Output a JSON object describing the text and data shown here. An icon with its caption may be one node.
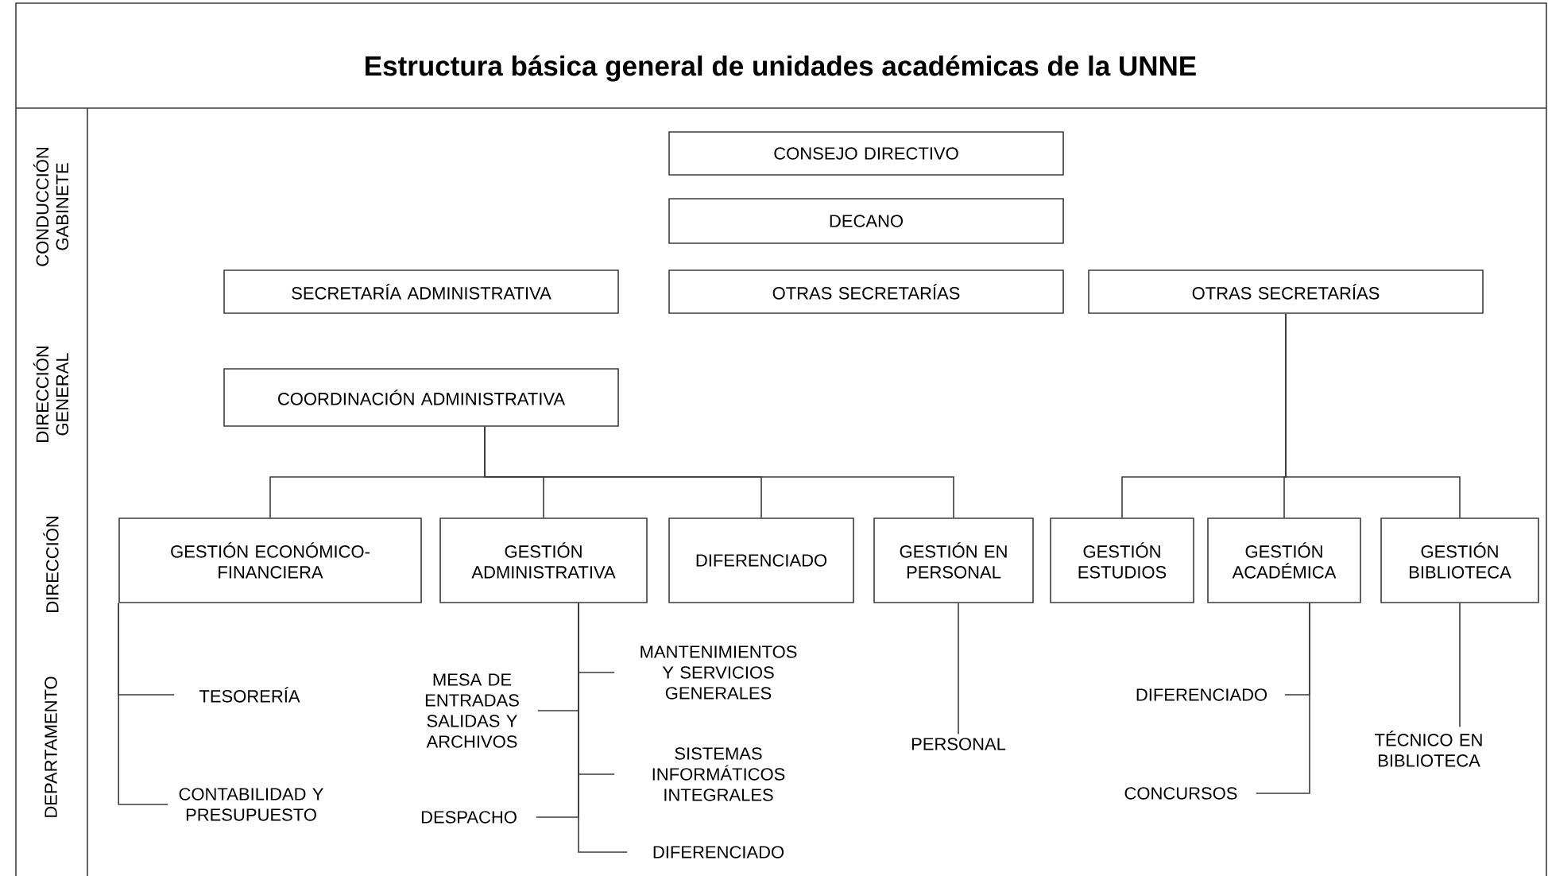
{
  "diagram": {
    "title": "Estructura básica general de unidades académicas de la UNNE",
    "nodes": [
      {
        "text": [
          "CONSEJO DIRECTIVO"
        ]
      },
      {
        "text": [
          "DECANO"
        ]
      },
      {
        "text": [
          "SECRETARÍA ADMINISTRATIVA"
        ]
      },
      {
        "text": [
          "OTRAS SECRETARÍAS"
        ]
      },
      {
        "text": [
          "OTRAS SECRETARÍAS"
        ]
      },
      {
        "text": [
          "COORDINACIÓN ADMINISTRATIVA"
        ]
      },
      {
        "text": [
          "GESTIÓN ECONÓMICO-FINANCIERA"
        ]
      },
      {
        "text": [
          "GESTIÓN ADMINISTRATIVA"
        ]
      },
      {
        "text": [
          "DIFERENCIADO"
        ]
      },
      {
        "text": [
          "GESTIÓN EN PERSONAL"
        ]
      },
      {
        "text": [
          "GESTIÓN ESTUDIOS"
        ]
      },
      {
        "text": [
          "GESTIÓN ACADÉMICA"
        ]
      },
      {
        "text": [
          "GESTIÓN BIBLIOTECA"
        ]
      },
      {
        "text": [
          "TESORERÍA"
        ]
      },
      {
        "text": [
          "CONTABILIDAD Y PRESUPUESTO"
        ]
      },
      {
        "text": [
          "MESA DE ENTRADAS SALIDAS Y ARCHIVOS"
        ]
      },
      {
        "text": [
          "DESPACHO"
        ]
      },
      {
        "text": [
          "MANTENIMIENTOS Y SERVICIOS GENERALES"
        ]
      },
      {
        "text": [
          "SISTEMAS INFORMÁTICOS INTEGRALES"
        ]
      },
      {
        "text": [
          "DIFERENCIADO"
        ]
      },
      {
        "text": [
          "PERSONAL"
        ]
      },
      {
        "text": [
          "DIFERENCIADO"
        ]
      },
      {
        "text": [
          "CONCURSOS"
        ]
      },
      {
        "text": [
          "TÉCNICO EN BIBLIOTECA"
        ]
      }
    ],
    "edges": [
      {
        "from": 5,
        "to": 6,
        "arrow": "none"
      },
      {
        "from": 5,
        "to": 7,
        "arrow": "none"
      },
      {
        "from": 5,
        "to": 8,
        "arrow": "none"
      },
      {
        "from": 5,
        "to": 9,
        "arrow": "none"
      },
      {
        "from": 4,
        "to": 10,
        "arrow": "none"
      },
      {
        "from": 4,
        "to": 11,
        "arrow": "none"
      },
      {
        "from": 4,
        "to": 12,
        "arrow": "none"
      },
      {
        "from": 6,
        "to": 13,
        "arrow": "none"
      },
      {
        "from": 6,
        "to": 14,
        "arrow": "none"
      },
      {
        "from": 7,
        "to": 17,
        "arrow": "none"
      },
      {
        "from": 7,
        "to": 15,
        "arrow": "none"
      },
      {
        "from": 7,
        "to": 18,
        "arrow": "none"
      },
      {
        "from": 7,
        "to": 16,
        "arrow": "none"
      },
      {
        "from": 7,
        "to": 19,
        "arrow": "none"
      },
      {
        "from": 9,
        "to": 20,
        "arrow": "none"
      },
      {
        "from": 11,
        "to": 21,
        "arrow": "none"
      },
      {
        "from": 11,
        "to": 22,
        "arrow": "none"
      },
      {
        "from": 12,
        "to": 23,
        "arrow": "none"
      }
    ],
    "labels": [
      "CONDUCCIÓN GABINETE",
      "DIRECCIÓN GENERAL",
      "DIRECCIÓN",
      "DEPARTAMENTO"
    ]
  }
}
